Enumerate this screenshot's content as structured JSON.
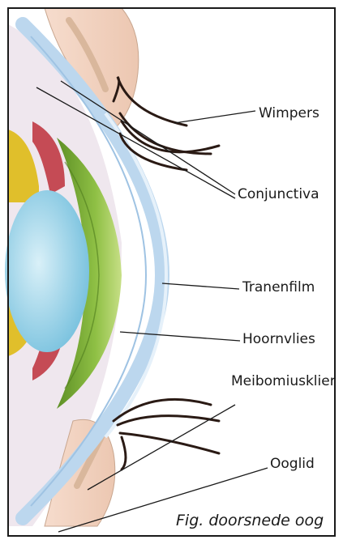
{
  "labels": {
    "wimpers": "Wimpers",
    "conjunctiva": "Conjunctiva",
    "tranenfilm": "Tranenfilm",
    "hoornvlies": "Hoornvlies",
    "meibomiusklier": "Meibomiusklier",
    "ooglid": "Ooglid"
  },
  "caption": "Fig. doorsnede oog",
  "colors": {
    "border": "#1a1a1a",
    "cornea": "#bcd7ee",
    "sclera": "#e9e6ec",
    "lens": "#9fd6ea",
    "iris": "#7fae3b",
    "lid_skin": "#f1d6c4",
    "muscle": "#c9585a",
    "yellow": "#e2c12f",
    "lash": "#2a1a14"
  }
}
